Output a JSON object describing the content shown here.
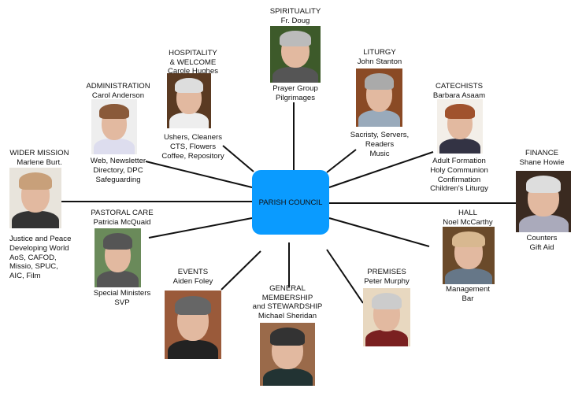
{
  "center": {
    "label": "PARISH COUNCIL",
    "color": "#0a9bff"
  },
  "groups": [
    {
      "id": "spirituality",
      "title": [
        "SPIRITUALITY"
      ],
      "leader": "Fr. Doug",
      "duties": [
        "Prayer Group",
        "Pilgrimages"
      ]
    },
    {
      "id": "hospitality",
      "title": [
        "HOSPITALITY",
        "& WELCOME"
      ],
      "leader": "Carole Hughes",
      "duties": [
        "Ushers, Cleaners",
        "CTS, Flowers",
        "Coffee, Repository"
      ]
    },
    {
      "id": "administration",
      "title": [
        "ADMINISTRATION"
      ],
      "leader": "Carol Anderson",
      "duties": [
        "Web, Newsletter",
        "Directory, DPC",
        "Safeguarding"
      ]
    },
    {
      "id": "wider-mission",
      "title": [
        "WIDER MISSION"
      ],
      "leader": "Marlene Burt.",
      "duties": [
        "Justice and Peace",
        "Developing World",
        "AoS, CAFOD,",
        "Missio, SPUC,",
        "AIC, Film"
      ]
    },
    {
      "id": "liturgy",
      "title": [
        "LITURGY"
      ],
      "leader": "John Stanton",
      "duties": [
        "Sacristy, Servers,",
        "Readers",
        "Music"
      ]
    },
    {
      "id": "catechists",
      "title": [
        "CATECHISTS"
      ],
      "leader": "Barbara Asaam",
      "duties": [
        "Adult Formation",
        "Holy Communion",
        "Confirmation",
        "Children's Liturgy"
      ]
    },
    {
      "id": "finance",
      "title": [
        "FINANCE"
      ],
      "leader": "Shane Howie",
      "duties": [
        "Counters",
        "Gift Aid"
      ]
    },
    {
      "id": "pastoral-care",
      "title": [
        "PASTORAL CARE"
      ],
      "leader": "Patricia  McQuaid",
      "duties": [
        "Special Ministers",
        "SVP"
      ]
    },
    {
      "id": "events",
      "title": [
        "EVENTS"
      ],
      "leader": "Aiden Foley",
      "duties": []
    },
    {
      "id": "general-membership",
      "title": [
        "GENERAL",
        "MEMBERSHIP",
        "and STEWARDSHIP"
      ],
      "leader": "Michael Sheridan",
      "duties": []
    },
    {
      "id": "premises",
      "title": [
        "PREMISES"
      ],
      "leader": "Peter Murphy",
      "duties": []
    },
    {
      "id": "hall",
      "title": [
        "HALL"
      ],
      "leader": "Noel McCarthy",
      "duties": [
        "Management",
        "Bar"
      ]
    }
  ]
}
